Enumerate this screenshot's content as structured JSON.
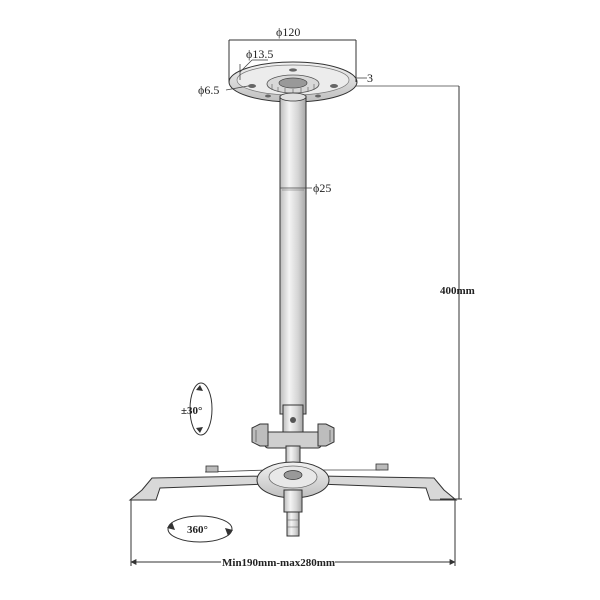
{
  "labels": {
    "plate_diameter": "ϕ120",
    "hole_large": "ϕ13.5",
    "hole_small": "ϕ6.5",
    "plate_thickness": "3",
    "tube_diameter": "ϕ25",
    "height": "400mm",
    "tilt": "±30°",
    "rotation": "360°",
    "arm_range": "Min190mm-max280mm"
  },
  "colors": {
    "line": "#333333",
    "metal_light": "#e6e6e6",
    "metal_mid": "#c4c4c4",
    "metal_dark": "#8c8c8c"
  }
}
